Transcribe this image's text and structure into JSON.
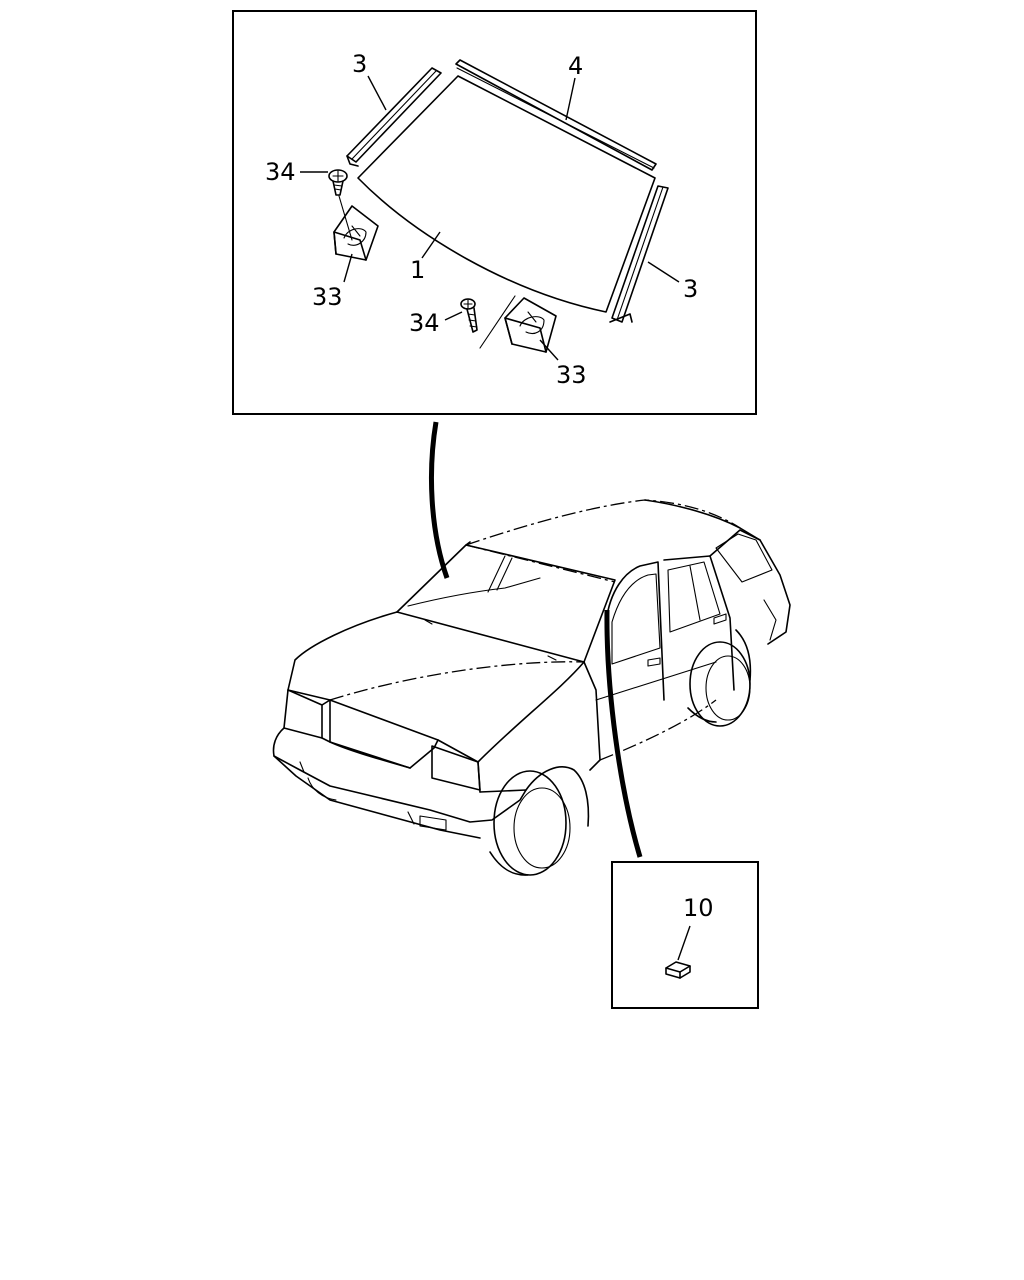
{
  "diagram": {
    "callouts": {
      "molding_left": "3",
      "molding_top": "4",
      "screw_upper": "34",
      "clip_upper": "33",
      "windshield_glass": "1",
      "molding_right": "3",
      "screw_lower": "34",
      "clip_lower": "33",
      "part_10": "10"
    }
  }
}
